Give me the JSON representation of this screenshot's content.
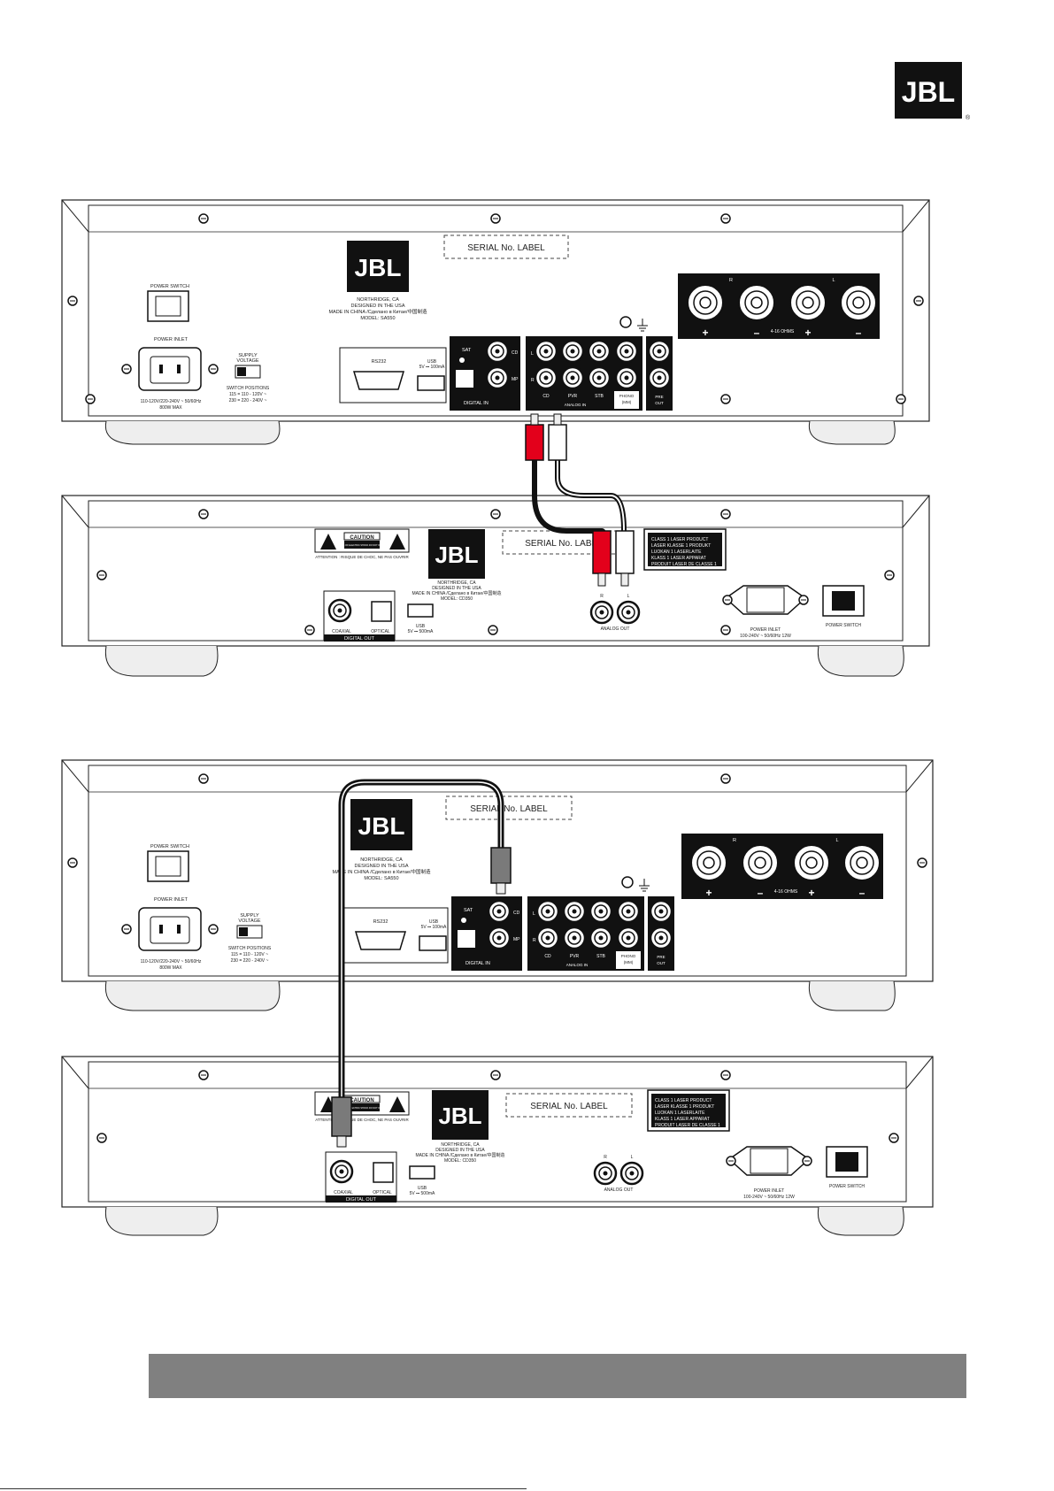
{
  "brand": {
    "logo_text": "JBL",
    "registered": "®"
  },
  "amp": {
    "serial_label": "SERIAL No. LABEL",
    "power_switch": "POWER SWITCH",
    "power_inlet": "POWER INLET",
    "power_rating_1": "110-120V/220-240V ~ 50/60Hz",
    "power_rating_2": "800W MAX",
    "supply_voltage_1": "SUPPLY",
    "supply_voltage_2": "VOLTAGE",
    "switch_positions": "SWITCH POSITIONS",
    "switch_pos_1": "115 = 110 - 120V ~",
    "switch_pos_2": "230 = 220 - 240V ~",
    "origin_1": "NORTHRIDGE, CA",
    "origin_2": "DESIGNED IN THE USA",
    "origin_3": "MADE IN CHINA /Сделано в Китае/中国制造",
    "model": "MODEL: SA550",
    "rs232": "RS232",
    "usb_1": "USB",
    "usb_2": "5V ⎓ 100mA",
    "sat": "SAT",
    "cd": "CD",
    "mp": "MP",
    "digital_in": "DIGITAL IN",
    "ch_l": "L",
    "ch_r": "R",
    "in_cd": "CD",
    "in_pvr": "PVR",
    "in_stb": "STB",
    "in_phono_1": "PHONO",
    "in_phono_2": "(MM)",
    "analog_in": "ANALOG    IN",
    "pre_1": "PRE",
    "pre_2": "OUT",
    "spk_r": "R",
    "spk_l": "L",
    "ohms": "4-16 OHMS",
    "plus": "+",
    "minus": "–"
  },
  "cd": {
    "serial_label": "SERIAL No. LABEL",
    "caution": "CAUTION",
    "caution_sub": "RISK OF ELECTRIC SHOCK DO NOT OPEN",
    "attention": "ATTENTION : RISQUE DE CHOC, NE PAS OUVRIR",
    "laser_1": "CLASS 1 LASER PRODUCT",
    "laser_2": "LASER KLASSE 1 PRODUKT",
    "laser_3": "LUOKAN 1 LASERLAITE",
    "laser_4": "KLASS 1 LASER APPARAT",
    "laser_5": "PRODUIT LASER DE CLASSE 1",
    "origin_1": "NORTHRIDGE, CA",
    "origin_2": "DESIGNED IN THE USA",
    "origin_3": "MADE IN CHINA /Сделано в Китае/中国制造",
    "model": "MODEL: CD350",
    "coaxial": "COAXIAL",
    "optical": "OPTICAL",
    "digital_out": "DIGITAL OUT",
    "usb_1": "USB",
    "usb_2": "5V ⎓ 500mA",
    "ch_r": "R",
    "ch_l": "L",
    "analog_out": "ANALOG OUT",
    "power_inlet": "POWER INLET",
    "power_rating": "100-240V ~ 50/60Hz  12W",
    "power_switch": "POWER SWITCH"
  },
  "colors": {
    "red_plug": "#e3001b",
    "white_plug": "#ffffff",
    "cable": "#1a1a1a",
    "bar": "#808080"
  }
}
